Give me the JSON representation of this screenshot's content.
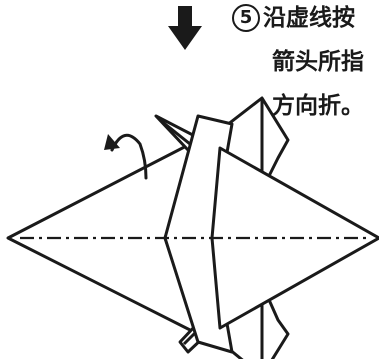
{
  "instruction": {
    "step_number": "5",
    "lines": [
      "沿虚线按",
      "箭头所指",
      "方向折。"
    ]
  },
  "colors": {
    "ink": "#1a1a1a",
    "paper": "#ffffff"
  },
  "icons": {
    "view_arrow": "down-arrow-icon",
    "fold_arrow": "curved-fold-arrow-icon"
  }
}
